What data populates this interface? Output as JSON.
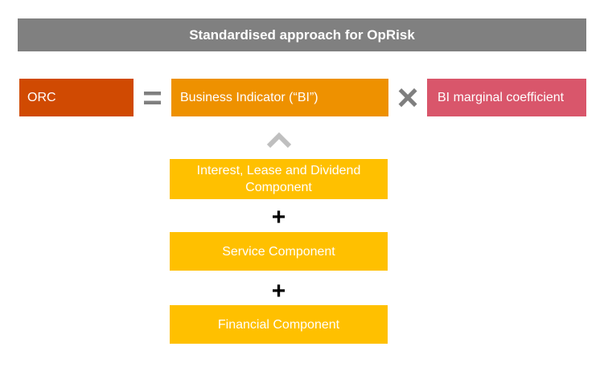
{
  "header": {
    "title": "Standardised approach for OpRisk"
  },
  "equation": {
    "orc": {
      "label": "ORC"
    },
    "equals_sign": "=",
    "bi": {
      "label": "Business Indicator (“BI”)"
    },
    "multiply_sign": "×",
    "coefficient": {
      "label": "BI marginal coefficient"
    }
  },
  "components": {
    "plus_sign": "+",
    "chevron_icon": "chevron-up",
    "items": [
      {
        "label": "Interest, Lease and Dividend Component"
      },
      {
        "label": "Service Component"
      },
      {
        "label": "Financial Component"
      }
    ]
  },
  "colors": {
    "header_bg": "#808080",
    "orc_bg": "#D04A02",
    "bi_bg": "#EE9100",
    "coefficient_bg": "#D9566B",
    "component_bg": "#FFC000",
    "operator_gray": "#7F7F7F",
    "chevron_gray": "#BFBFBF",
    "plus_black": "#000000",
    "text_white": "#FFFFFF"
  }
}
